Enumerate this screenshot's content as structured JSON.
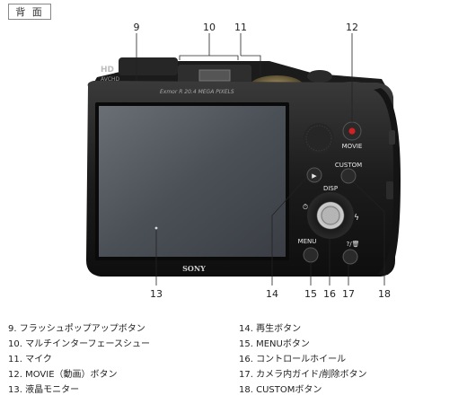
{
  "header": {
    "tag": "背 面"
  },
  "camera": {
    "hd_badge": "HD",
    "hd_sub": "AVCHD",
    "sensor_text": "Exmor R  20.4 MEGA PIXELS",
    "brand": "SONY",
    "movie_label": "MOVIE",
    "custom_label": "CUSTOM",
    "disp_label": "DISP",
    "menu_label": "MENU",
    "help_label": "?/🗑",
    "wheel_mark_flash": "ϟ",
    "wheel_mark_timer": "⏱",
    "play_icon": "▶"
  },
  "callouts": [
    "9",
    "10",
    "11",
    "12",
    "13",
    "14",
    "15",
    "16",
    "17",
    "18"
  ],
  "legend": {
    "left": [
      "9. フラッシュポップアップボタン",
      "10. マルチインターフェースシュー",
      "11. マイク",
      "12. MOVIE（動画）ボタン",
      "13. 液晶モニター"
    ],
    "right": [
      "14. 再生ボタン",
      "15. MENUボタン",
      "16. コントロールホイール",
      "17. カメラ内ガイド/削除ボタン",
      "18. CUSTOMボタン"
    ]
  }
}
